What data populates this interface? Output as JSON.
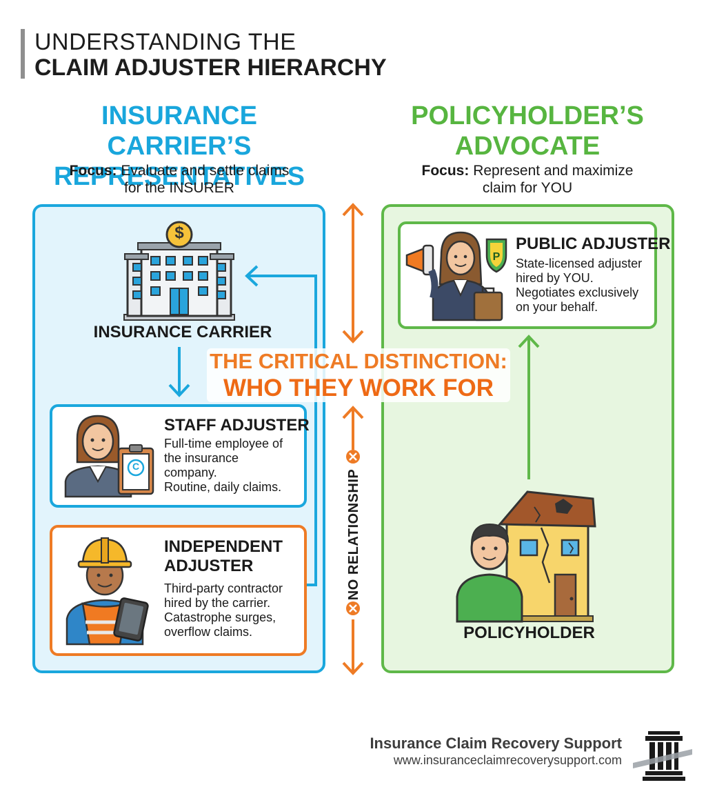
{
  "title": {
    "line1": "UNDERSTANDING THE",
    "line2": "CLAIM ADJUSTER HIERARCHY"
  },
  "left_column": {
    "heading_line1": "INSURANCE CARRIER’S",
    "heading_line2": "REPRESENTATIVES",
    "focus_label": "Focus:",
    "focus_text_line1": "Evaluate and settle claims",
    "focus_text_line2": "for the INSURER",
    "carrier_label": "INSURANCE CARRIER",
    "staff": {
      "title": "STAFF ADJUSTER",
      "desc": [
        "Full-time employee of",
        "the insurance",
        "company.",
        "Routine, daily claims."
      ]
    },
    "independent": {
      "title_line1": "INDEPENDENT",
      "title_line2": "ADJUSTER",
      "desc": [
        "Third-party contractor",
        "hired by the carrier.",
        "Catastrophe surges,",
        "overflow claims."
      ]
    }
  },
  "right_column": {
    "heading_line1": "POLICYHOLDER’S",
    "heading_line2": "ADVOCATE",
    "focus_label": "Focus:",
    "focus_text_line1": "Represent and maximize",
    "focus_text_line2": "claim for YOU",
    "public": {
      "title": "PUBLIC ADJUSTER",
      "desc": [
        "State-licensed adjuster",
        "hired by YOU.",
        "Negotiates exclusively",
        "on your behalf."
      ]
    },
    "policyholder_label": "POLICYHOLDER"
  },
  "center": {
    "distinction_line1": "THE CRITICAL DISTINCTION:",
    "distinction_line2": "WHO THEY WORK FOR",
    "no_relationship": "NO RELATIONSHIP"
  },
  "icons": {
    "dollar_coin": "$",
    "staff_badge": "C",
    "public_shield": "P"
  },
  "footer": {
    "name": "Insurance Claim Recovery Support",
    "url": "www.insuranceclaimrecoverysupport.com"
  },
  "colors": {
    "blue": "#1aa7dd",
    "green": "#5fb849",
    "orange": "#ee7b25"
  }
}
